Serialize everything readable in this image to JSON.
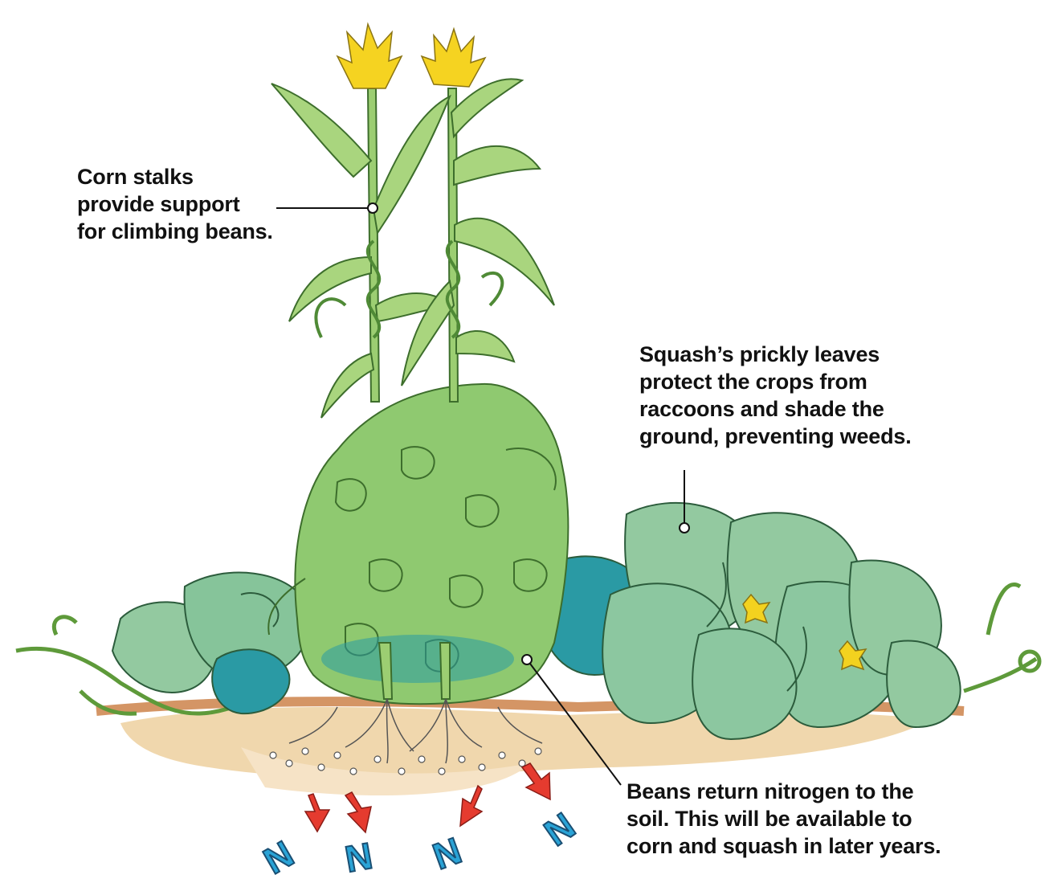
{
  "labels": {
    "corn": [
      "Corn stalks",
      "provide support",
      "for climbing beans."
    ],
    "squash": [
      "Squash’s prickly leaves",
      "protect the crops from",
      "raccoons and shade the",
      "ground, preventing weeds."
    ],
    "beans": [
      "Beans return nitrogen to the",
      "soil. This will be available to",
      "corn and squash in later years."
    ]
  },
  "nitrogen_symbol": "N",
  "colors": {
    "corn_leaf": "#a9d57e",
    "corn_leaf_dark": "#6fae4b",
    "tassel": "#f5d321",
    "bean_foliage": "#8fc970",
    "squash_leaf": "#8fc8a0",
    "squash_leaf_dark": "#1f8f9f",
    "squash_flower": "#f3d21f",
    "soil": "#e6c28f",
    "soil_dark": "#c97a3e",
    "arrow_red": "#e53b2f",
    "nitrogen_blue": "#2aa3d6",
    "line": "#111111"
  }
}
